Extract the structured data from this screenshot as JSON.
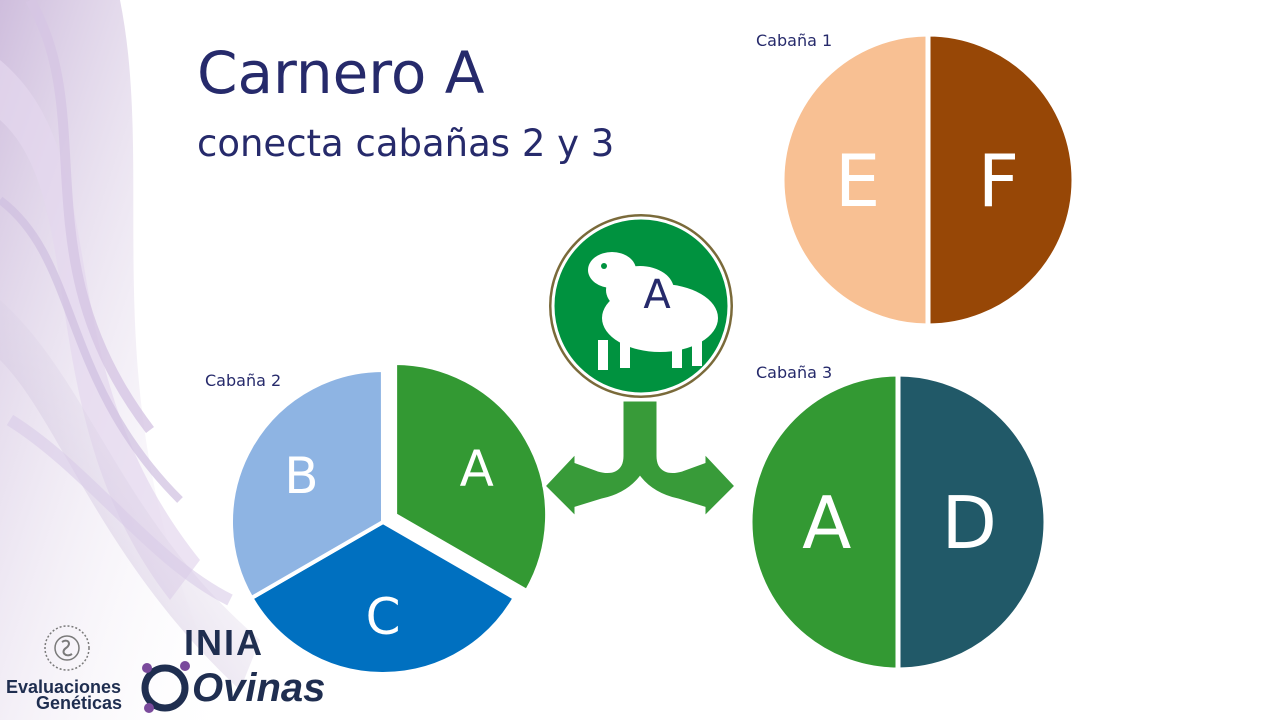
{
  "slide": {
    "title": "Carnero A",
    "subtitle": "conecta cabañas 2 y 3"
  },
  "flocks": [
    {
      "name": "Cabaña 1",
      "segments": [
        {
          "label": "F",
          "color": "#974706",
          "share": 0.5
        },
        {
          "label": "E",
          "color": "#f8c093",
          "share": 0.5
        }
      ]
    },
    {
      "name": "Cabaña 2",
      "segments": [
        {
          "label": "A",
          "color": "#339933",
          "share": 0.3333
        },
        {
          "label": "C",
          "color": "#0070c0",
          "share": 0.3333
        },
        {
          "label": "B",
          "color": "#8eb4e3",
          "share": 0.3333
        }
      ]
    },
    {
      "name": "Cabaña 3",
      "segments": [
        {
          "label": "D",
          "color": "#215968",
          "share": 0.5
        },
        {
          "label": "A",
          "color": "#339933",
          "share": 0.5
        }
      ]
    }
  ],
  "ram": {
    "label": "A",
    "badge_color": "#00923f",
    "icon": "sheep-icon"
  },
  "arrow_color": "#389b39",
  "logos": {
    "inia": "INIA",
    "evaluaciones_line1": "Evaluaciones",
    "evaluaciones_line2": "Genéticas",
    "ovinas": "Ovinas"
  }
}
